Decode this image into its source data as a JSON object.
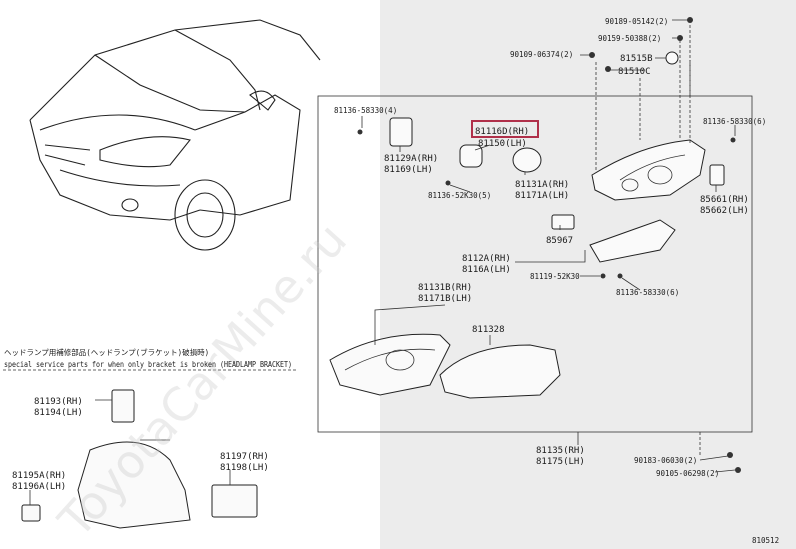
{
  "labels": {
    "l01": "90189-05142(2)",
    "l02": "90159-50388(2)",
    "l03": "90109-06374(2)",
    "l04": "81515B",
    "l05": "81510C",
    "l06": "81136-58330(4)",
    "l07": "81116D(RH)",
    "l08": "81150(LH)",
    "l09": "81129A(RH)",
    "l10": "81169(LH)",
    "l11": "81131A(RH)",
    "l12": "81171A(LH)",
    "l13": "81136-52K30(5)",
    "l14": "81136-58330(6)",
    "l15": "85661(RH)",
    "l16": "85662(LH)",
    "l17": "85967",
    "l18": "8112A(RH)",
    "l19": "8116A(LH)",
    "l20": "81119-52K30",
    "l21": "81136-58330(6)",
    "l22": "81131B(RH)",
    "l23": "81171B(LH)",
    "l24": "811328",
    "l25": "81135(RH)",
    "l26": "81175(LH)",
    "l27": "90183-06030(2)",
    "l28": "90105-06298(2)",
    "l29": "81193(RH)",
    "l30": "81194(LH)",
    "l31": "81197(RH)",
    "l32": "81198(LH)",
    "l33": "81195A(RH)",
    "l34": "81196A(LH)",
    "note_jp": "ヘッドランプ用補修部品(ヘッドランプ(ブラケット)破損時)",
    "note_en": "special service parts for when only bracket is broken (HEADLAMP BRACKET)",
    "watermark": "ToyotaCarMine.ru",
    "drawing_no": "810512"
  },
  "colors": {
    "highlight": "#b0304a",
    "shade": "#ececec"
  }
}
